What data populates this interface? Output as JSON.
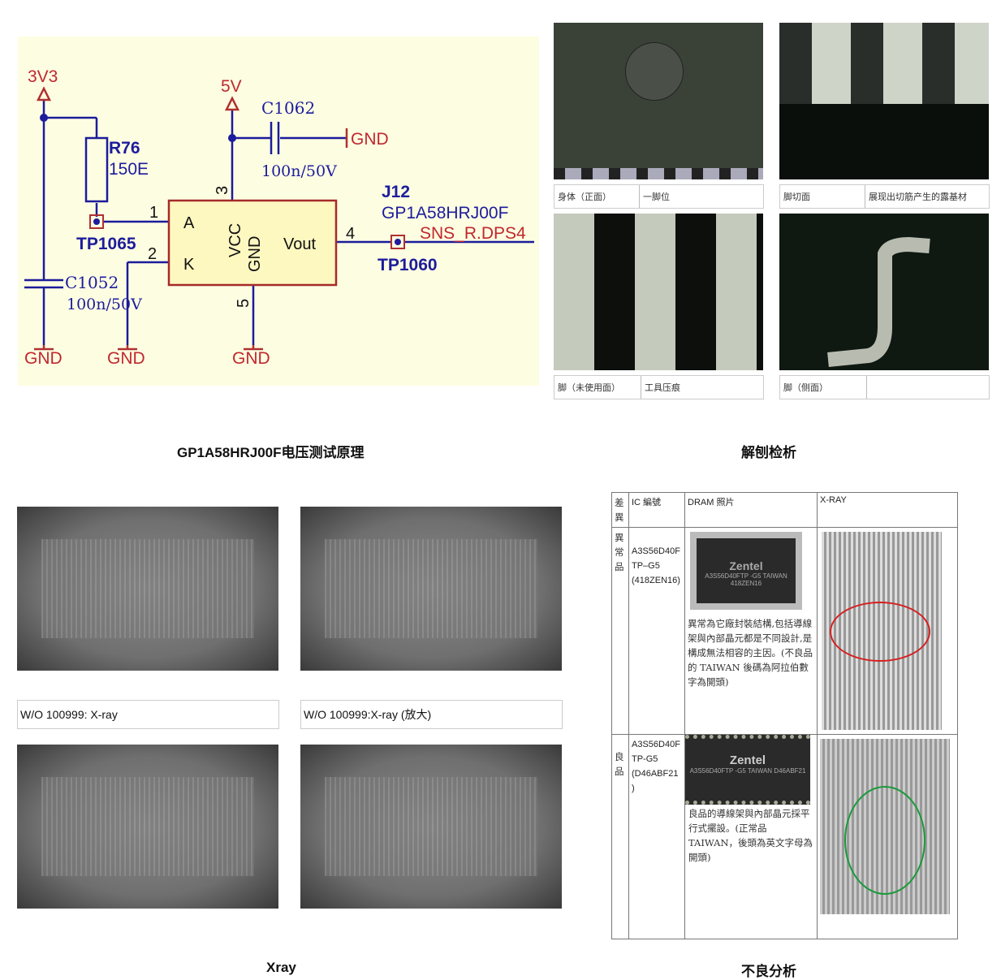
{
  "schematic": {
    "v3v3": "3V3",
    "v5": "5V",
    "r_ref": "R76",
    "r_val": "150E",
    "c1062": "C1062",
    "c1062_val": "100n/50V",
    "c1052": "C1052",
    "c1052_val": "100n/50V",
    "gnd": "GND",
    "tp1065": "TP1065",
    "tp1060": "TP1060",
    "j12": "J12",
    "part": "GP1A58HRJ00F",
    "net": "SNS_R.DPS4",
    "pin_a": "A",
    "pin_k": "K",
    "pin_vcc": "VCC",
    "pin_gnd": "GND",
    "pin_vout": "Vout",
    "n1": "1",
    "n2": "2",
    "n3": "3",
    "n4": "4",
    "n5": "5"
  },
  "photos": [
    {
      "label": "身体（正面）",
      "note": "一脚位"
    },
    {
      "label": "脚切面",
      "note": "展现出切筋产生的露基材"
    },
    {
      "label": "脚（未使用面）",
      "note": "工具压痕"
    },
    {
      "label": "脚（侧面）",
      "note": ""
    }
  ],
  "captions": {
    "schematic": "GP1A58HRJ00F电压测试原理",
    "dissection": "解刨检析",
    "xray": "Xray",
    "failure": "不良分析"
  },
  "xray_labels": [
    "W/O 100999: X-ray",
    "W/O 100999:X-ray (放大)"
  ],
  "table": {
    "headers": [
      "差異",
      "IC 編號",
      "DRAM 照片",
      "X-RAY"
    ],
    "rows": [
      {
        "type": "異常品",
        "ic": "A3S56D40F TP–G5 (418ZEN16)",
        "chip_brand": "Zentel",
        "chip_mark": "A3S56D40FTP -G5 TAIWAN 418ZEN16",
        "desc": "異常為它廠封裝結構,包括導線架與內部晶元都是不同設計,是構成無法相容的主因。(不良品的 TAIWAN 後碼為阿拉伯數字為開頭)",
        "circle": "#d42020"
      },
      {
        "type": "良品",
        "ic": "A3S56D40F TP-G5 (D46ABF21 )",
        "chip_brand": "Zentel",
        "chip_mark": "A3S56D40FTP -G5 TAIWAN D46ABF21",
        "desc": "良品的導線架與內部晶元採平行式擺設。(正常品 TAIWAN，後頭為英文字母為開頭)",
        "circle": "#1a9a3a"
      }
    ]
  }
}
